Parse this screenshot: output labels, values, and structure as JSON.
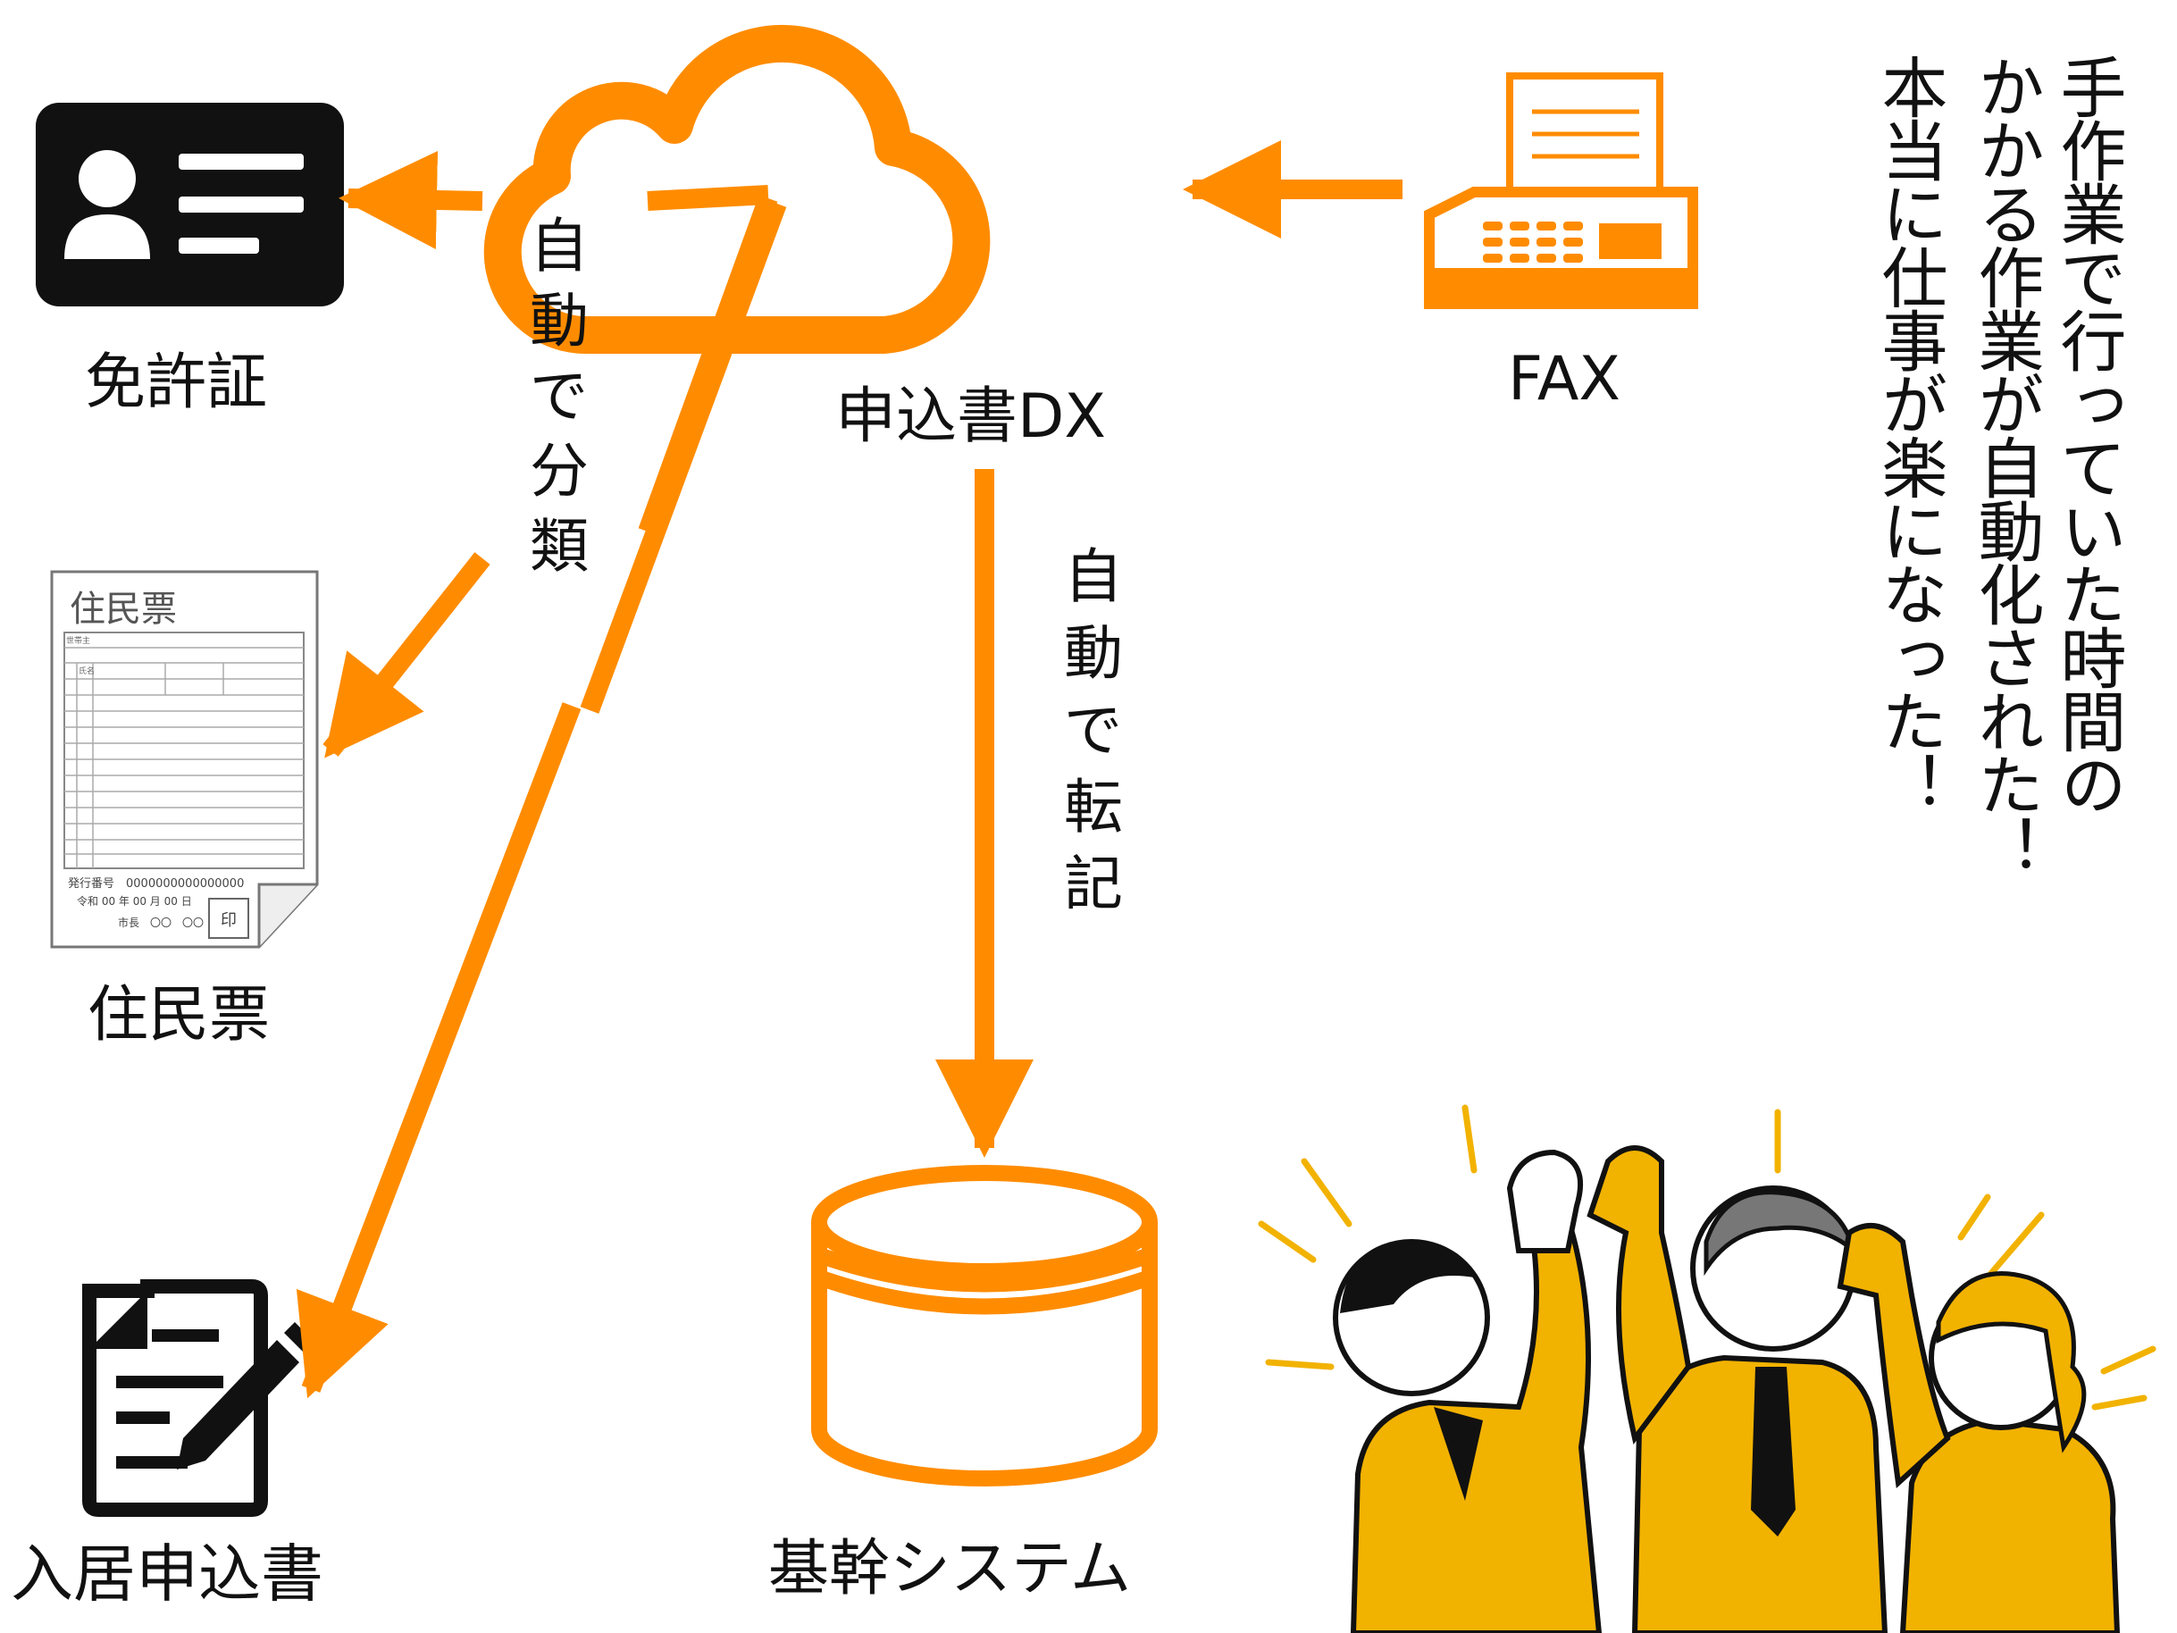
{
  "labels": {
    "license": "免許証",
    "juminhyo": "住民票",
    "application_form": "入居申込書",
    "dx": "申込書DX",
    "fax": "FAX",
    "core_system": "基幹システム"
  },
  "juminhyo_doc": {
    "title": "住民票",
    "head_label": "世帯主",
    "name_label": "氏名",
    "issue_no": "発行番号　0000000000000000",
    "date": "令和 00 年 00 月 00 日",
    "mayor": "市長　〇〇　〇〇",
    "seal": "印"
  },
  "annotations": {
    "auto_classify": "自動で分類",
    "auto_transcribe": "自動で転記"
  },
  "message": {
    "column_right": "手作業で行っていた時間の",
    "column_middle": "かかる作業が自動化された！",
    "column_left": "本当に仕事が楽になった！"
  },
  "colors": {
    "accent": "#FF8C00",
    "suit": "#F2B200",
    "ink": "#111111"
  },
  "icons": [
    "license-card-icon",
    "resident-record-icon",
    "application-form-icon",
    "cloud-icon",
    "fax-machine-icon",
    "database-icon",
    "celebrating-team-illustration"
  ]
}
